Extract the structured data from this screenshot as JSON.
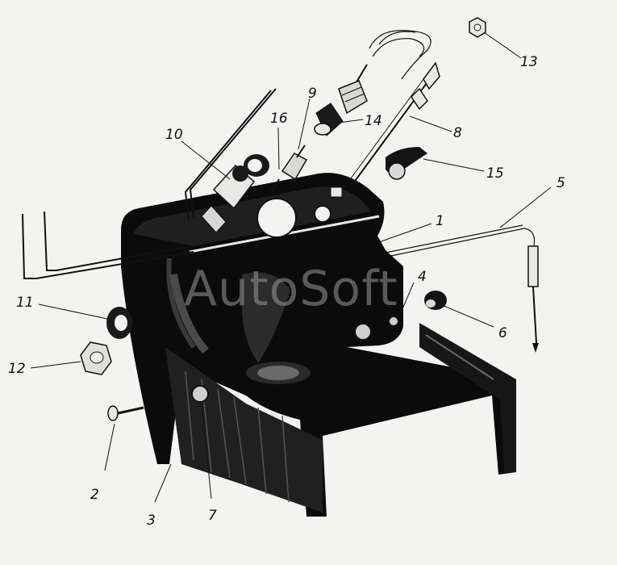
{
  "diagram": {
    "watermark": "AutoSoft",
    "callouts": {
      "c1": "1",
      "c2": "2",
      "c3": "3",
      "c4": "4",
      "c5": "5",
      "c6": "6",
      "c7": "7",
      "c8": "8",
      "c9": "9",
      "c10": "10",
      "c11": "11",
      "c12": "12",
      "c13": "13",
      "c14": "14",
      "c15": "15",
      "c16": "16"
    }
  },
  "colors": {
    "ink": "#111111",
    "paper": "#f3f3f1",
    "watermark": "#9a9a9a"
  }
}
